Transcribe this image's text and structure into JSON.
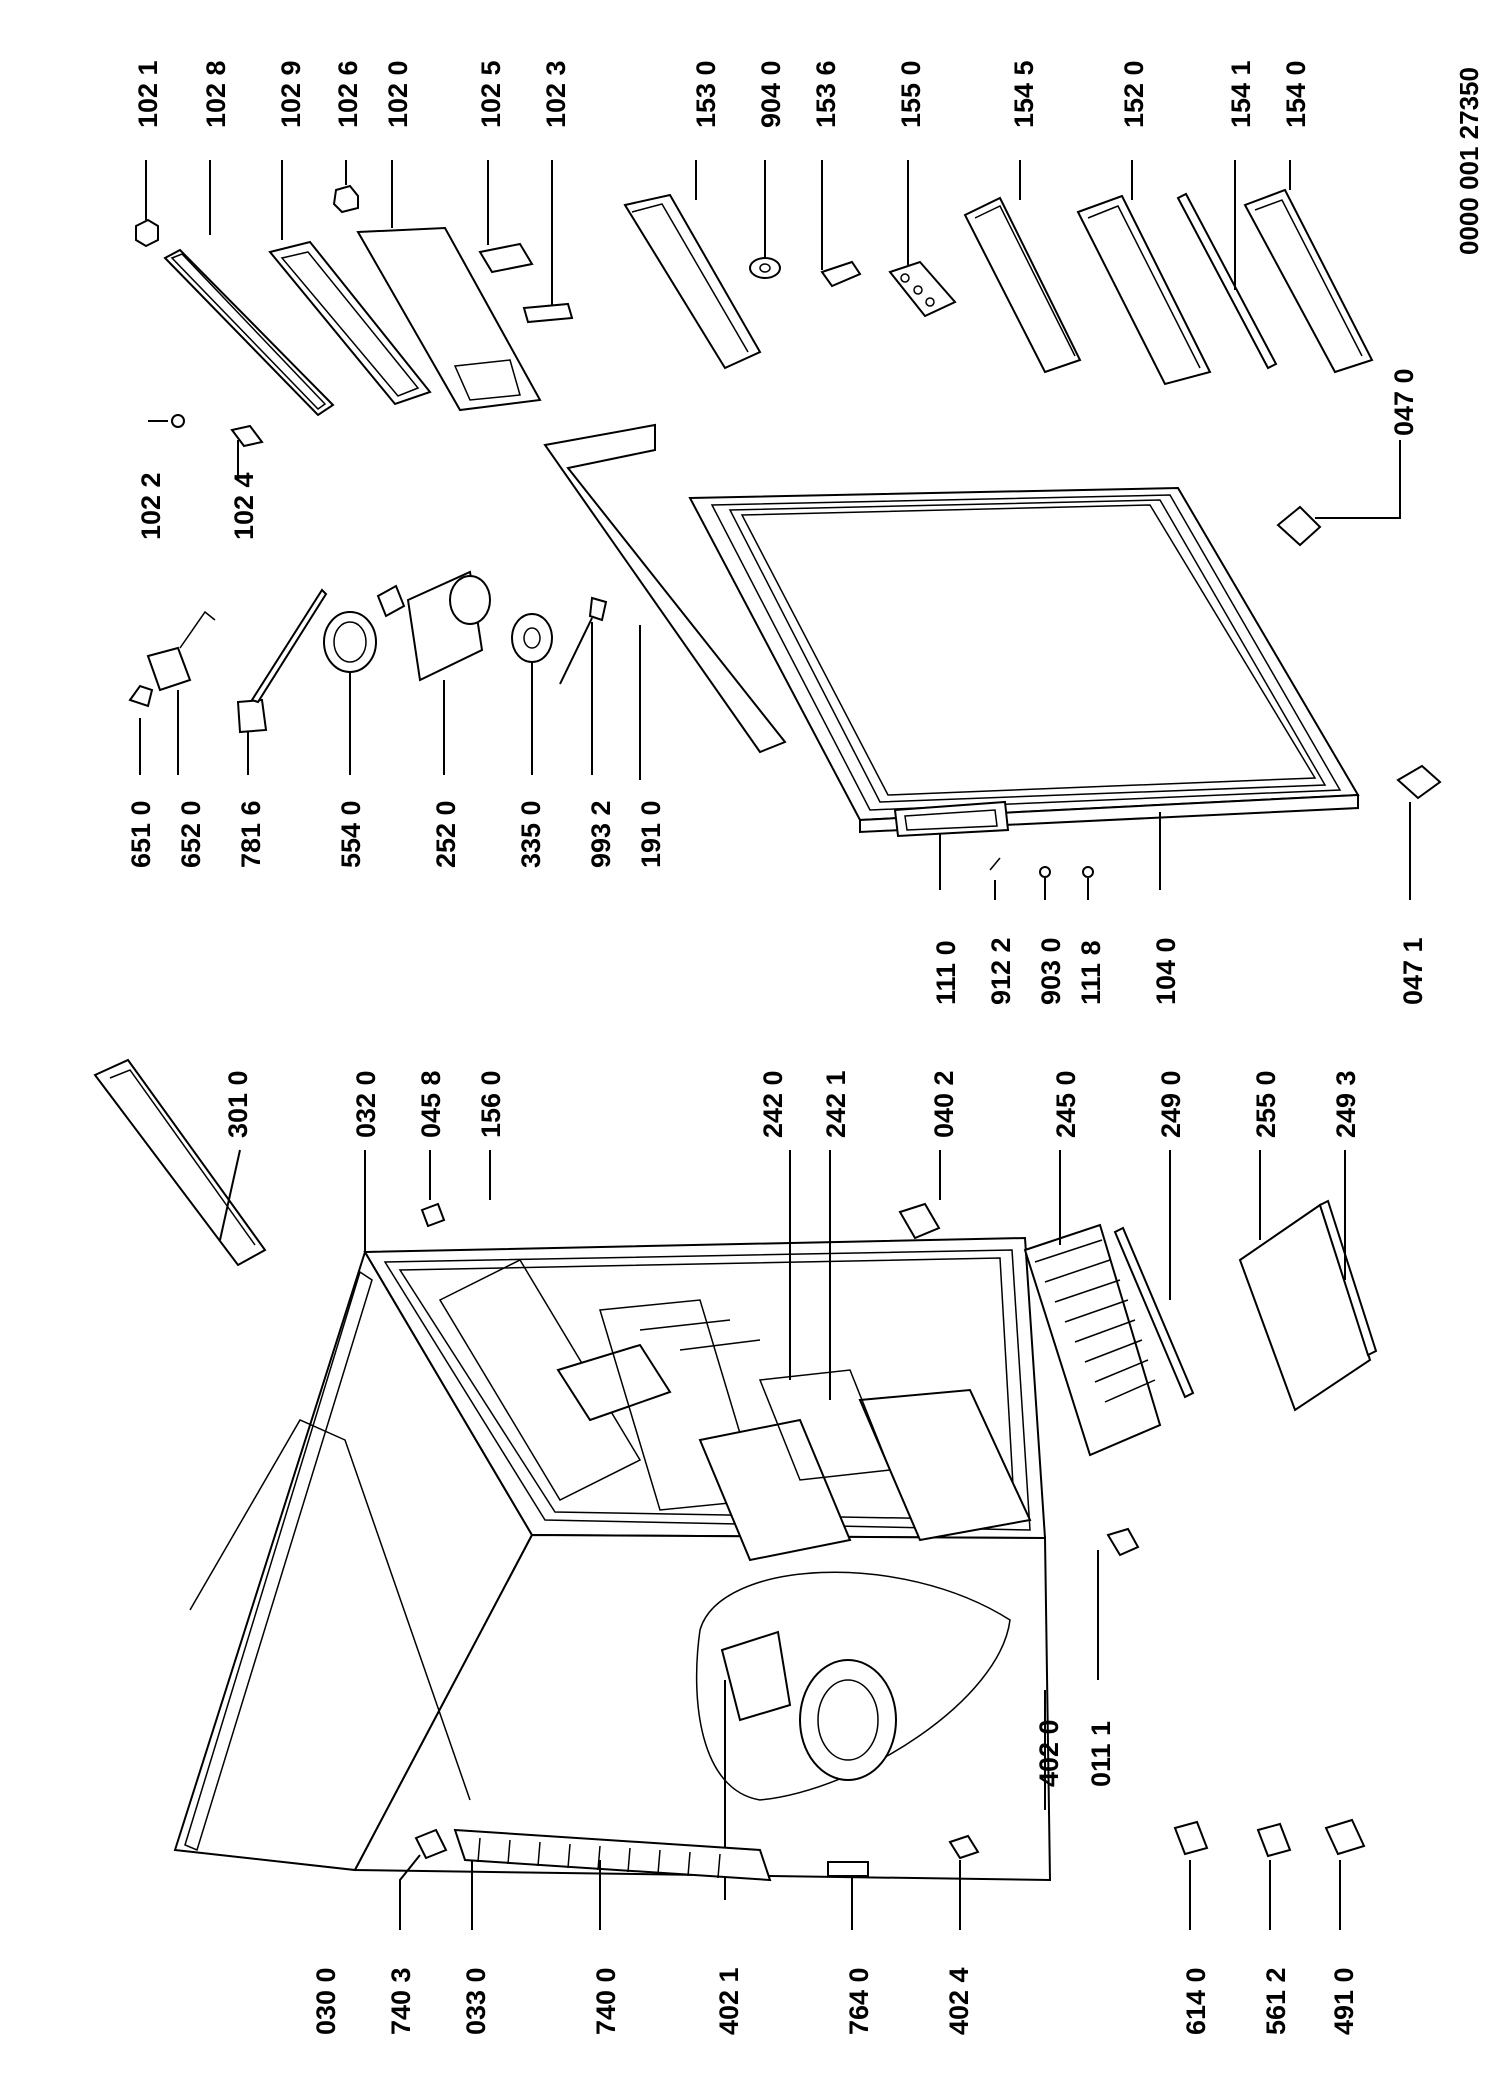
{
  "document_number": "0000 001 27350",
  "part_labels": [
    "102 1",
    "102 8",
    "102 9",
    "102 6",
    "102 0",
    "102 5",
    "102 3",
    "153 0",
    "904 0",
    "153 6",
    "155 0",
    "154 5",
    "152 0",
    "154 1",
    "154 0",
    "102 2",
    "102 4",
    "047 0",
    "651 0",
    "652 0",
    "781 6",
    "554 0",
    "252 0",
    "335 0",
    "993 2",
    "191 0",
    "111 0",
    "912 2",
    "903 0",
    "111 8",
    "104 0",
    "047 1",
    "301 0",
    "032 0",
    "045 8",
    "156 0",
    "242 0",
    "242 1",
    "040 2",
    "245 0",
    "249 0",
    "255 0",
    "249 3",
    "011 1",
    "402 0",
    "030 0",
    "740 3",
    "033 0",
    "740 0",
    "402 1",
    "764 0",
    "402 4",
    "614 0",
    "561 2",
    "491 0"
  ]
}
